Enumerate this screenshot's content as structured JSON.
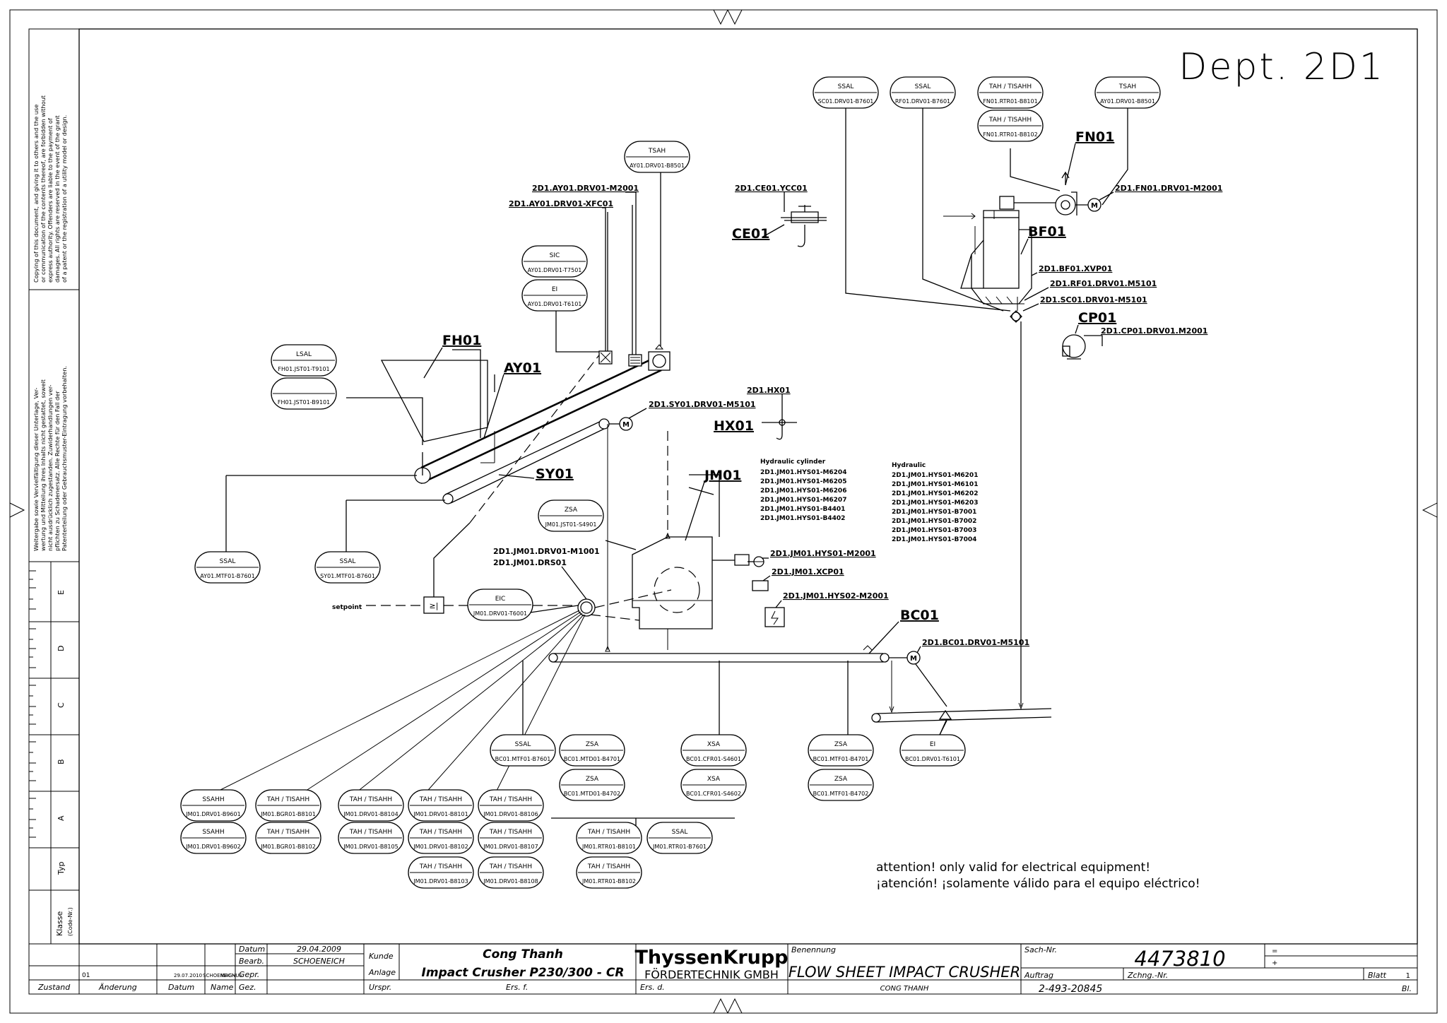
{
  "department": "Dept. 2D1",
  "sidebar": {
    "copyright_en": [
      "Copying of this document, and giving it to others and the use",
      "or communication of the contents thereof, are forbidden without",
      "express authority. Offenders are liable to the payment of",
      "damages. All rights are reserved in the event of the grant",
      "of a patent or the registration of a utility model or design."
    ],
    "copyright_de": [
      "Weitergabe sowie Vervielfältigung dieser Unterlage, Ver-",
      "wertung und Mitteilung ihres Inhalts nicht gestattet, soweit",
      "nicht ausdrücklich zugestanden. Zuwiderhandlungen ver-",
      "pflichten zu Schadenersatz. Alle Rechte für den Fall der",
      "Patenterteilung oder Gebrauchsmuster-Eintragung vorbehalten."
    ],
    "zones": [
      "E",
      "D",
      "C",
      "B",
      "A"
    ],
    "typ": "Typ",
    "klasse": "Klasse",
    "code_nr": "(Code-Nr.)"
  },
  "equipment_labels": {
    "fh01": "FH01",
    "ay01": "AY01",
    "sy01": "SY01",
    "jm01": "JM01",
    "hx01": "HX01",
    "ce01": "CE01",
    "bf01": "BF01",
    "fn01": "FN01",
    "cp01": "CP01",
    "bc01": "BC01"
  },
  "device_tags": {
    "ay01_m2001": "2D1.AY01.DRV01-M2001",
    "ay01_xfc01": "2D1.AY01.DRV01-XFC01",
    "sy01_m5101": "2D1.SY01.DRV01-M5101",
    "hx01": "2D1.HX01",
    "ce01_ycc01": "2D1.CE01.YCC01",
    "fn01_m2001": "2D1.FN01.DRV01-M2001",
    "bf01_xvp01": "2D1.BF01.XVP01",
    "rf01_m5101": "2D1.RF01.DRV01.M5101",
    "sc01_m5101": "2D1.SC01.DRV01-M5101",
    "cp01_m2001": "2D1.CP01.DRV01.M2001",
    "jm01_m1001": "2D1.JM01.DRV01-M1001",
    "jm01_drs01": "2D1.JM01.DRS01",
    "jm01_hys01_m2001": "2D1.JM01.HYS01-M2001",
    "jm01_xcp01": "2D1.JM01.XCP01",
    "jm01_hys02_m2001": "2D1.JM01.HYS02-M2001",
    "bc01_m5101": "2D1.BC01.DRV01-M5101",
    "setpoint": "setpoint"
  },
  "hydraulic_cylinder": {
    "title": "Hydraulic cylinder",
    "items": [
      "2D1.JM01.HYS01-M6204",
      "2D1.JM01.HYS01-M6205",
      "2D1.JM01.HYS01-M6206",
      "2D1.JM01.HYS01-M6207",
      "2D1.JM01.HYS01-B4401",
      "2D1.JM01.HYS01-B4402"
    ]
  },
  "hydraulic": {
    "title": "Hydraulic",
    "items": [
      "2D1.JM01.HYS01-M6201",
      "2D1.JM01.HYS01-M6101",
      "2D1.JM01.HYS01-M6202",
      "2D1.JM01.HYS01-M6203",
      "2D1.JM01.HYS01-B7001",
      "2D1.JM01.HYS01-B7002",
      "2D1.JM01.HYS01-B7003",
      "2D1.JM01.HYS01-B7004"
    ]
  },
  "instruments": [
    {
      "func": "TSAH",
      "tag": "AY01.DRV01-B8501"
    },
    {
      "func": "SIC",
      "tag": "AY01.DRV01-T7501"
    },
    {
      "func": "EI",
      "tag": "AY01.DRV01-T6101"
    },
    {
      "func": "LSAL",
      "tag": "FH01.JST01-T9101"
    },
    {
      "func": "",
      "tag": "FH01.JST01-B9101"
    },
    {
      "func": "SSAL",
      "tag": "AY01.MTF01-B7601"
    },
    {
      "func": "SSAL",
      "tag": "SY01.MTF01-B7601"
    },
    {
      "func": "ZSA",
      "tag": "JM01.JST01-S4901"
    },
    {
      "func": "EIC",
      "tag": "JM01.DRV01-T6001"
    },
    {
      "func": "SSAL",
      "tag": "SC01.DRV01-B7601"
    },
    {
      "func": "SSAL",
      "tag": "RF01.DRV01-B7601"
    },
    {
      "func": "TAH / TISAHH",
      "tag": "FN01.RTR01-B8101"
    },
    {
      "func": "TAH / TISAHH",
      "tag": "FN01.RTR01-B8102"
    },
    {
      "func": "TSAH",
      "tag": "AY01.DRV01-B8501"
    },
    {
      "func": "SSAL",
      "tag": "BC01.MTF01-B7601"
    },
    {
      "func": "ZSA",
      "tag": "BC01.MTD01-B4701"
    },
    {
      "func": "ZSA",
      "tag": "BC01.MTD01-B4702"
    },
    {
      "func": "XSA",
      "tag": "BC01.CFR01-S4601"
    },
    {
      "func": "XSA",
      "tag": "BC01.CFR01-S4602"
    },
    {
      "func": "ZSA",
      "tag": "BC01.MTF01-B4701"
    },
    {
      "func": "ZSA",
      "tag": "BC01.MTF01-B4702"
    },
    {
      "func": "EI",
      "tag": "BC01.DRV01-T6101"
    },
    {
      "func": "SSAHH",
      "tag": "JM01.DRV01-B9601"
    },
    {
      "func": "SSAHH",
      "tag": "JM01.DRV01-B9602"
    },
    {
      "func": "TAH / TISAHH",
      "tag": "JM01.BGR01-B8101"
    },
    {
      "func": "TAH / TISAHH",
      "tag": "JM01.BGR01-B8102"
    },
    {
      "func": "TAH / TISAHH",
      "tag": "JM01.DRV01-B8104"
    },
    {
      "func": "TAH / TISAHH",
      "tag": "JM01.DRV01-B8105"
    },
    {
      "func": "TAH / TISAHH",
      "tag": "JM01.DRV01-B8101"
    },
    {
      "func": "TAH / TISAHH",
      "tag": "JM01.DRV01-B8102"
    },
    {
      "func": "TAH / TISAHH",
      "tag": "JM01.DRV01-B8103"
    },
    {
      "func": "TAH / TISAHH",
      "tag": "JM01.DRV01-B8106"
    },
    {
      "func": "TAH / TISAHH",
      "tag": "JM01.DRV01-B8107"
    },
    {
      "func": "TAH / TISAHH",
      "tag": "JM01.DRV01-B8108"
    },
    {
      "func": "TAH / TISAHH",
      "tag": "JM01.RTR01-B8101"
    },
    {
      "func": "TAH / TISAHH",
      "tag": "JM01.RTR01-B8102"
    },
    {
      "func": "SSAL",
      "tag": "JM01.RTR01-B7601"
    }
  ],
  "notes": {
    "en": "attention! only valid for electrical equipment!",
    "es": "¡atención!  ¡solamente válido para el equipo eléctrico!"
  },
  "title_block": {
    "zustand": "Zustand",
    "aenderung": "Änderung",
    "datum": "Datum",
    "name": "Name",
    "gez": "Gez.",
    "datum_lbl": "Datum",
    "datum_val": "29.04.2009",
    "bearb_lbl": "Bearb.",
    "bearb_val": "SCHOENEICH",
    "gepr_lbl": "Gepr.",
    "rev_no": "01",
    "rev_date": "29.07.2010",
    "rev_name": "SCHOENEICH",
    "rev_by": "MAGNUS",
    "kunde_lbl": "Kunde",
    "kunde_val": "Cong Thanh",
    "anlage_lbl": "Anlage",
    "anlage_val": "Impact Crusher P230/300 - CR",
    "urspr": "Urspr.",
    "ers_f": "Ers. f.",
    "ers_d": "Ers. d.",
    "company": "ThyssenKrupp",
    "company_sub": "FÖRDERTECHNIK GMBH",
    "benennung_lbl": "Benennung",
    "benennung_val": "FLOW SHEET IMPACT CRUSHER",
    "benennung_sub": "CONG THANH",
    "sach_nr_lbl": "Sach-Nr.",
    "sach_nr_val": "4473810",
    "auftrag_lbl": "Auftrag",
    "auftrag_val": "2-493-20845",
    "zchng_lbl": "Zchng.-Nr.",
    "blatt_lbl": "Blatt",
    "blatt_val": "1",
    "bl_lbl": "Bl.",
    "eq": "=",
    "plus": "+"
  }
}
